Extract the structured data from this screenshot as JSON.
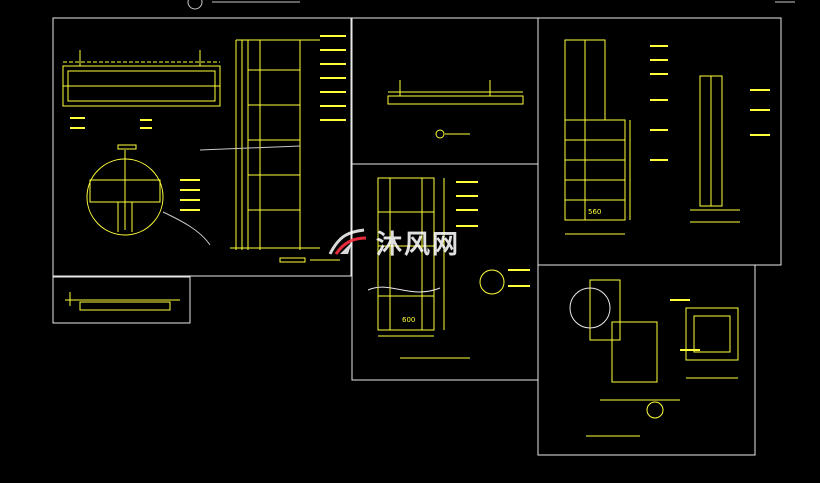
{
  "colors": {
    "background": "#000000",
    "frame": "#e8e8e8",
    "linework": "#ffff3a",
    "secondary": "#c8c8c8",
    "accent": "#ff3040"
  },
  "watermark": {
    "text": "沐风网",
    "logo": "mufeng-logo-icon"
  },
  "dimensions": {
    "d1": "600",
    "d2": "560"
  }
}
